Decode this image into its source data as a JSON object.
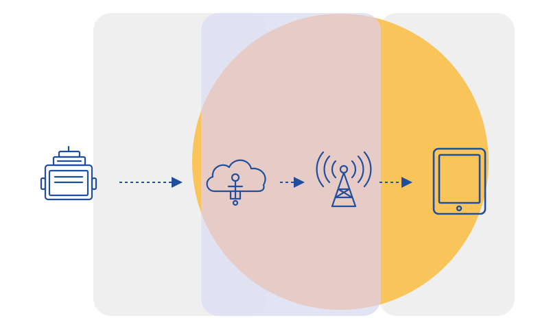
{
  "colors": {
    "background": "#ffffff",
    "panel": "#efefef",
    "middle_panel": "#dfe0f2",
    "circle": "#f9c55b",
    "overlap": "#e6cbc7",
    "icon_stroke": "#1f4e9c"
  },
  "nodes": [
    {
      "icon": "server-device-icon"
    },
    {
      "icon": "cloud-user-icon"
    },
    {
      "icon": "radio-tower-icon"
    },
    {
      "icon": "tablet-icon"
    }
  ],
  "connectors": [
    {
      "from": "server-device-icon",
      "to": "cloud-user-icon",
      "style": "dashed-arrow"
    },
    {
      "from": "cloud-user-icon",
      "to": "radio-tower-icon",
      "style": "dashed-arrow"
    },
    {
      "from": "radio-tower-icon",
      "to": "tablet-icon",
      "style": "dashed-arrow"
    }
  ]
}
